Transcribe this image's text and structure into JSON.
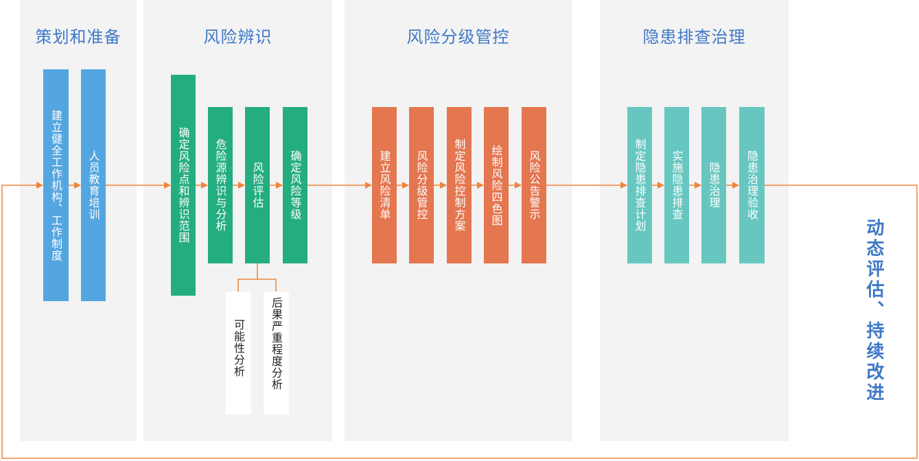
{
  "sections": [
    {
      "title": "策划和准备",
      "boxes": [
        "建立健全工作机构、工作制度",
        "人员教育培训"
      ]
    },
    {
      "title": "风险辨识",
      "boxes": [
        "确定风险点和辨识范围",
        "危险源辨识与分析",
        "风险评估",
        "确定风险等级"
      ],
      "sub_boxes": [
        "可能性分析",
        "后果严重程度分析"
      ]
    },
    {
      "title": "风险分级管控",
      "boxes": [
        "建立风险清单",
        "风险分级管控",
        "制定风险控制方案",
        "绘制风险四色图",
        "风险公告警示"
      ]
    },
    {
      "title": "隐患排查治理",
      "boxes": [
        "制定隐患排查计划",
        "实施隐患排查",
        "隐患治理",
        "隐患治理验收"
      ]
    }
  ],
  "side_label": "动态评估、持续改进",
  "colors": {
    "title": "#3f78c8",
    "blue": "#54a6e1",
    "green": "#25ad82",
    "orange": "#e47650",
    "teal": "#67c7c0",
    "line": "#f0843c",
    "panel": "#f3f3f3"
  }
}
